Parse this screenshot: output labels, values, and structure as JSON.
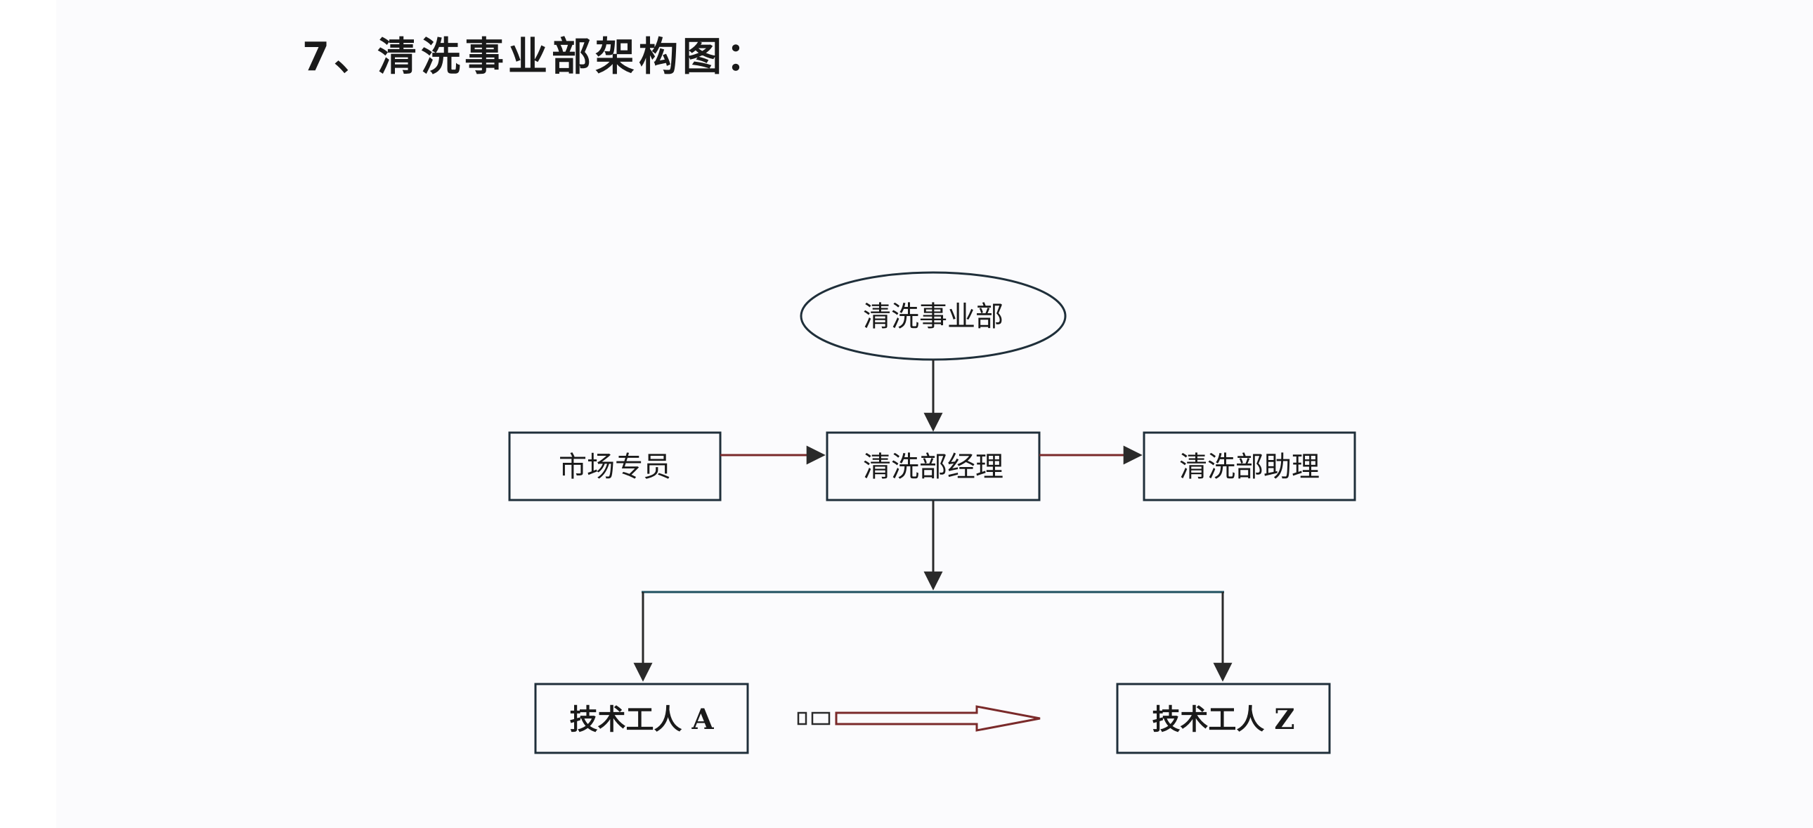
{
  "title": "7、清洗事业部架构图：",
  "nodes": {
    "root": "清洗事业部",
    "market": "市场专员",
    "manager": "清洗部经理",
    "assistant": "清洗部助理",
    "worker_a": "技术工人 A",
    "worker_z": "技术工人 Z"
  },
  "colors": {
    "box_border": "#1f2f3a",
    "connector_teal": "#1e4f5f",
    "connector_red": "#7a2a2a",
    "text": "#1a1a1a"
  }
}
